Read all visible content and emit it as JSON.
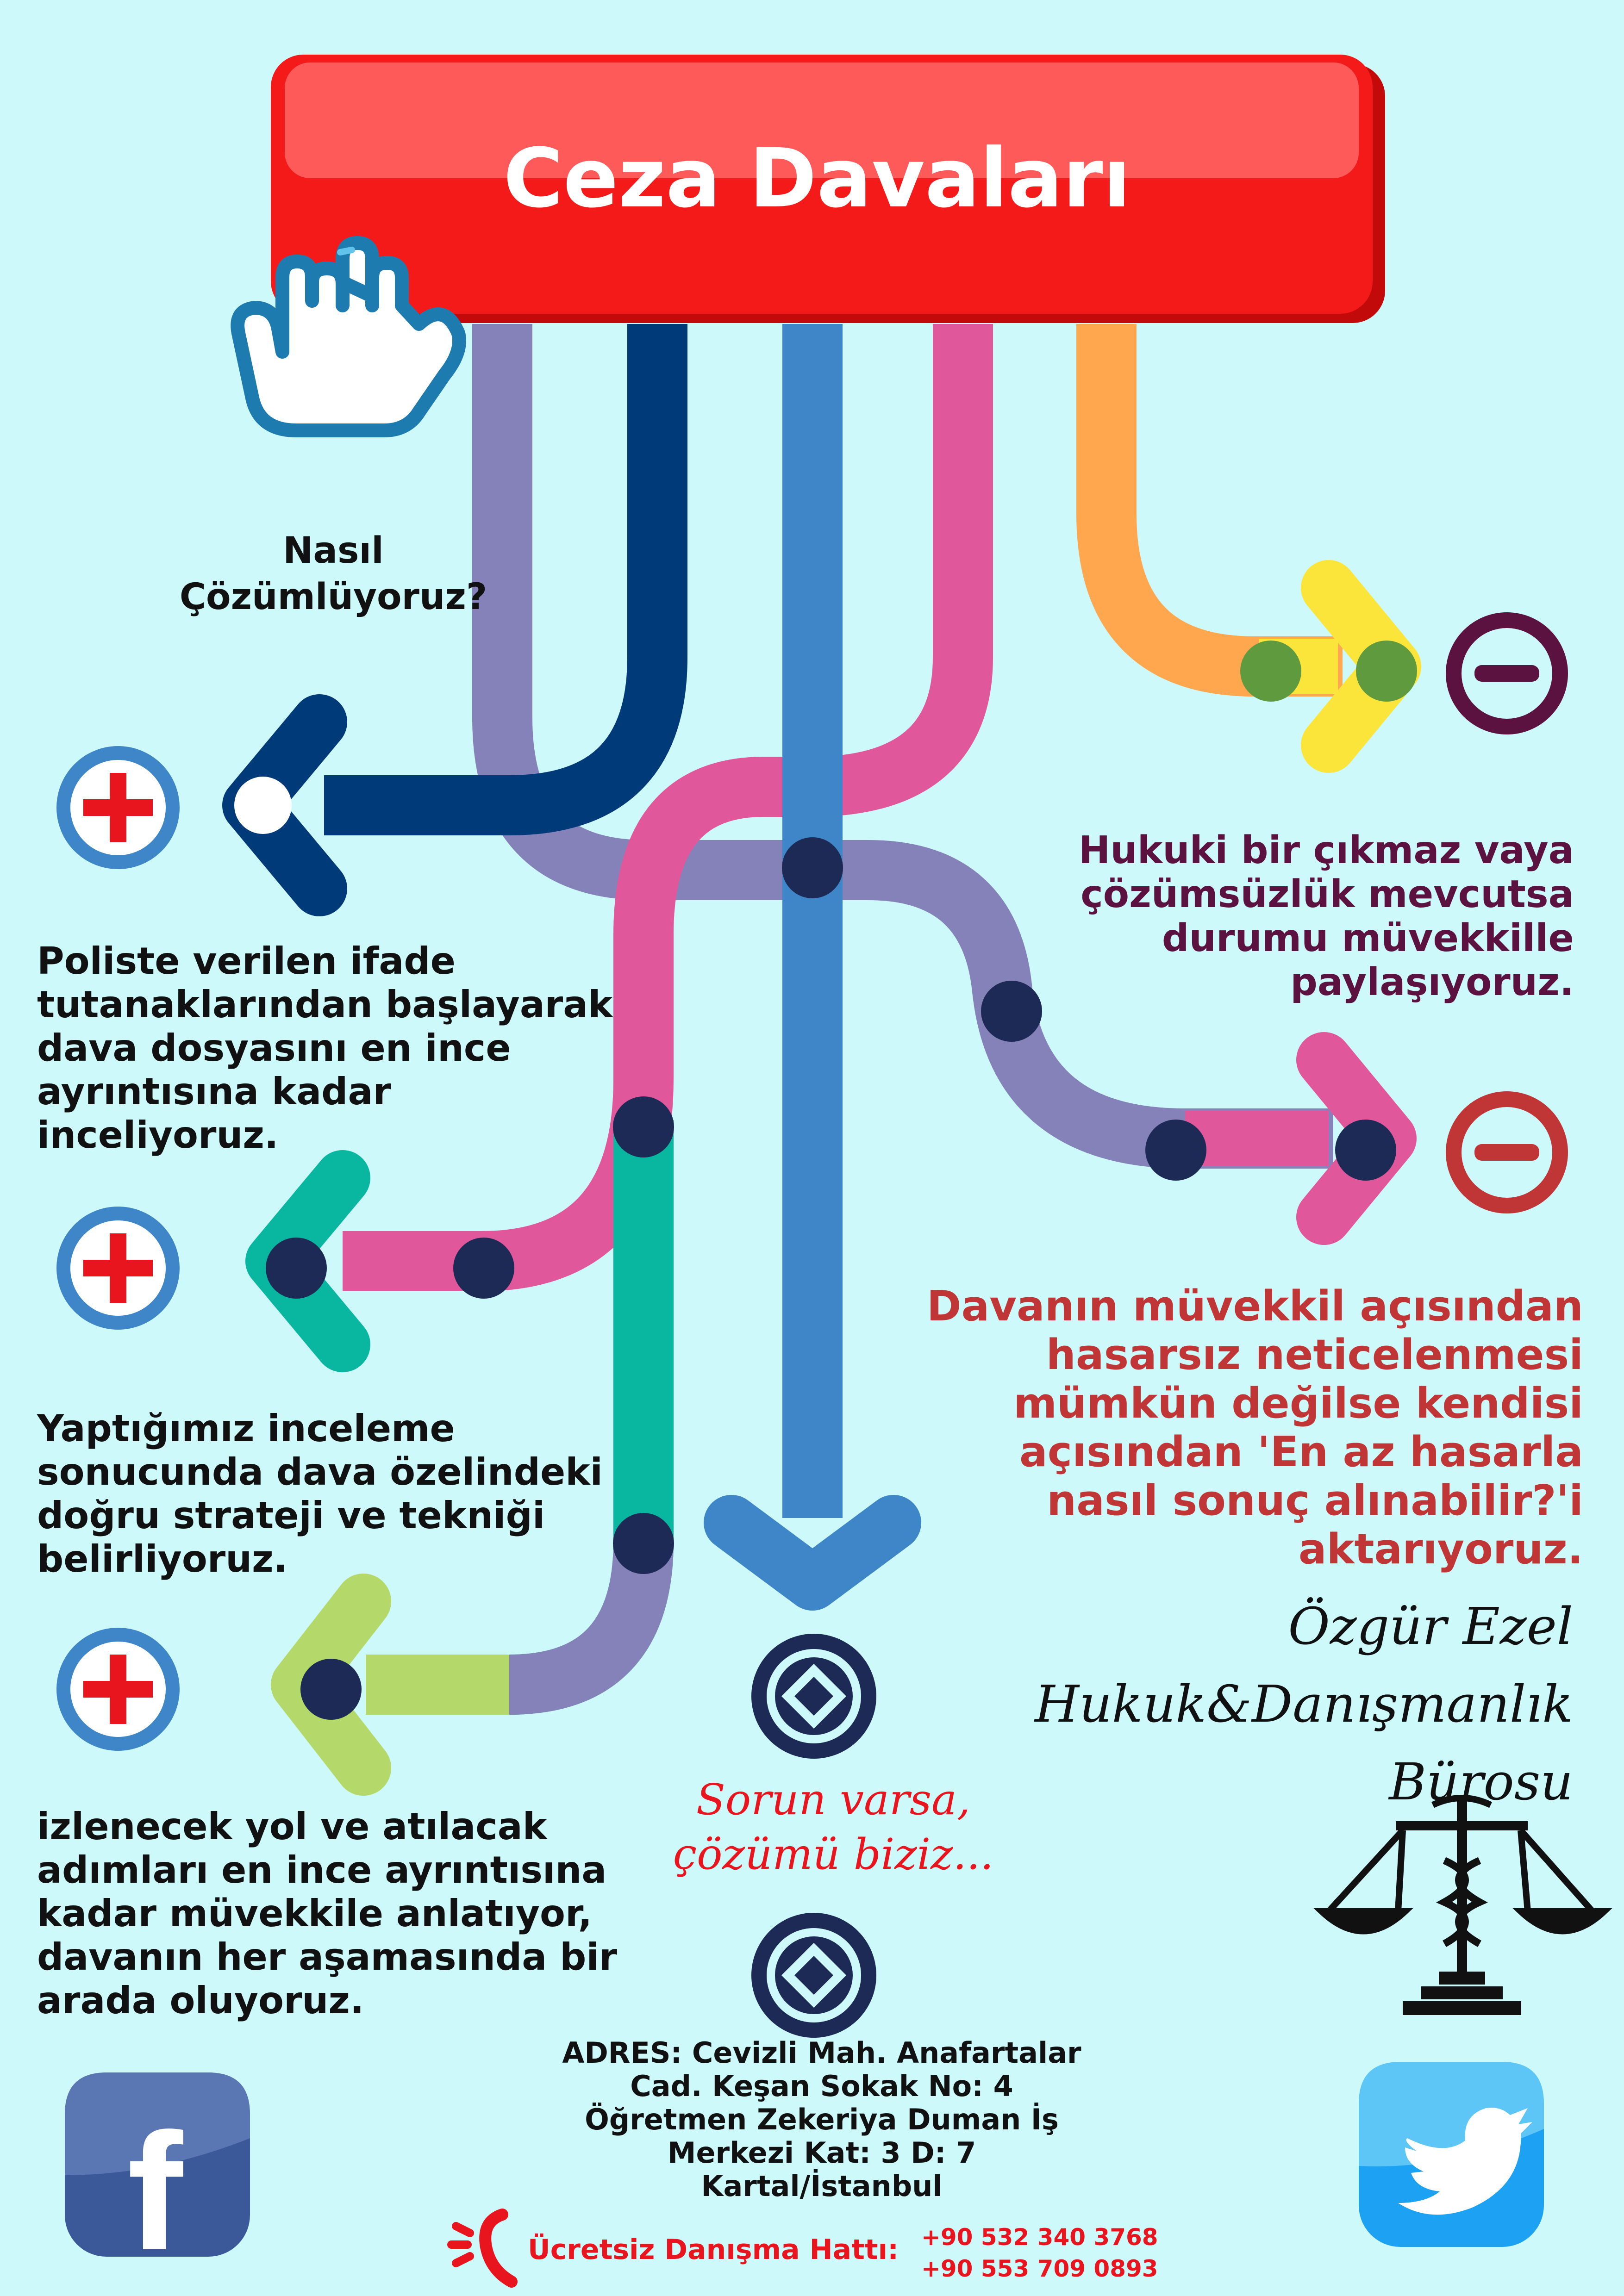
{
  "title": "Ceza Davaları",
  "how_label": "Nasıl Çözümlüyoruz?",
  "left_steps": [
    "Poliste verilen ifade tutanaklarından başlayarak dava dosyasını en ince ayrıntısına kadar inceliyoruz.",
    "Yaptığımız inceleme sonucunda dava özelindeki doğru strateji ve tekniği belirliyoruz.",
    "izlenecek yol ve atılacak adımları en ince ayrıntısına kadar müvekkile anlatıyor, davanın her aşamasında bir arada oluyoruz."
  ],
  "right_steps": [
    "Hukuki bir çıkmaz vaya çözümsüzlük mevcutsa durumu müvekkille paylaşıyoruz.",
    "Davanın müvekkil açısından hasarsız neticelenmesi mümkün değilse kendisi açısından 'En az hasarla nasıl sonuç alınabilir?'i aktarıyoruz."
  ],
  "firm": {
    "line1": "Özgür Ezel",
    "line2": "Hukuk&Danışmanlık",
    "line3": "Bürosu"
  },
  "slogan": {
    "line1": "Sorun varsa,",
    "line2": "çözümü biziz..."
  },
  "address": {
    "line1": "ADRES: Cevizli Mah. Anafartalar",
    "line2": "Cad. Keşan Sokak No: 4",
    "line3": "Öğretmen Zekeriya Duman İş",
    "line4": "Merkezi Kat: 3 D: 7",
    "line5": "Kartal/İstanbul"
  },
  "hotline": {
    "label": "Ücretsiz Danışma Hattı:",
    "phone1": "+90 532 340 3768",
    "phone2": "+90 553 709 0893"
  },
  "icons": {
    "hand": "pointing-hand-icon",
    "plus": "plus-circle-icon",
    "minus": "minus-circle-icon",
    "target": "diamond-target-icon",
    "scales": "scales-of-justice-icon",
    "facebook": "facebook-icon",
    "twitter": "twitter-bird-icon",
    "phone": "phone-icon",
    "facebook_glyph": "f"
  },
  "colors": {
    "background": "#cdf9fb",
    "title_bar": "#f51a1a",
    "purple": "#8581b9",
    "navy": "#003a79",
    "blue": "#3e86c8",
    "pink": "#e0589b",
    "orange": "#ffa74f",
    "teal": "#09b69f",
    "lime": "#b5d86a",
    "yellow": "#fbe53a",
    "dot_dark": "#1c2a55",
    "dot_green": "#5f9a3e",
    "plus_red": "#e8141e",
    "minus_dark": "#5b1240",
    "minus_red": "#c03637"
  }
}
